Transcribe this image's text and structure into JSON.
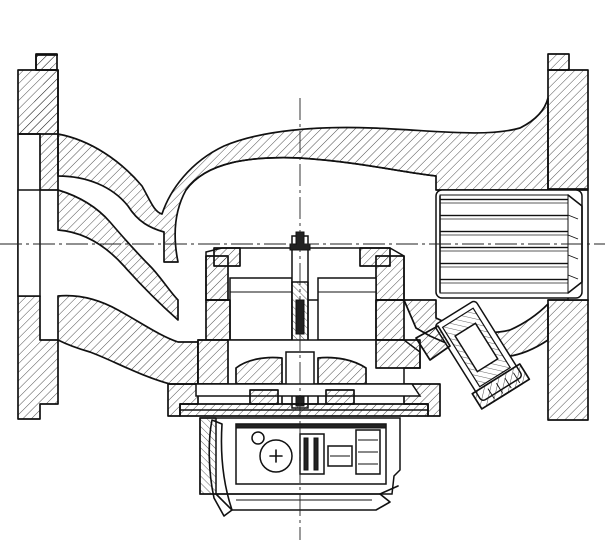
{
  "drawing": {
    "kind": "sectional-view",
    "subject": "inline-circulator-pump",
    "style": "line-art-with-hatching",
    "colors": {
      "line": "#111111",
      "background": "#ffffff"
    },
    "labels": []
  }
}
